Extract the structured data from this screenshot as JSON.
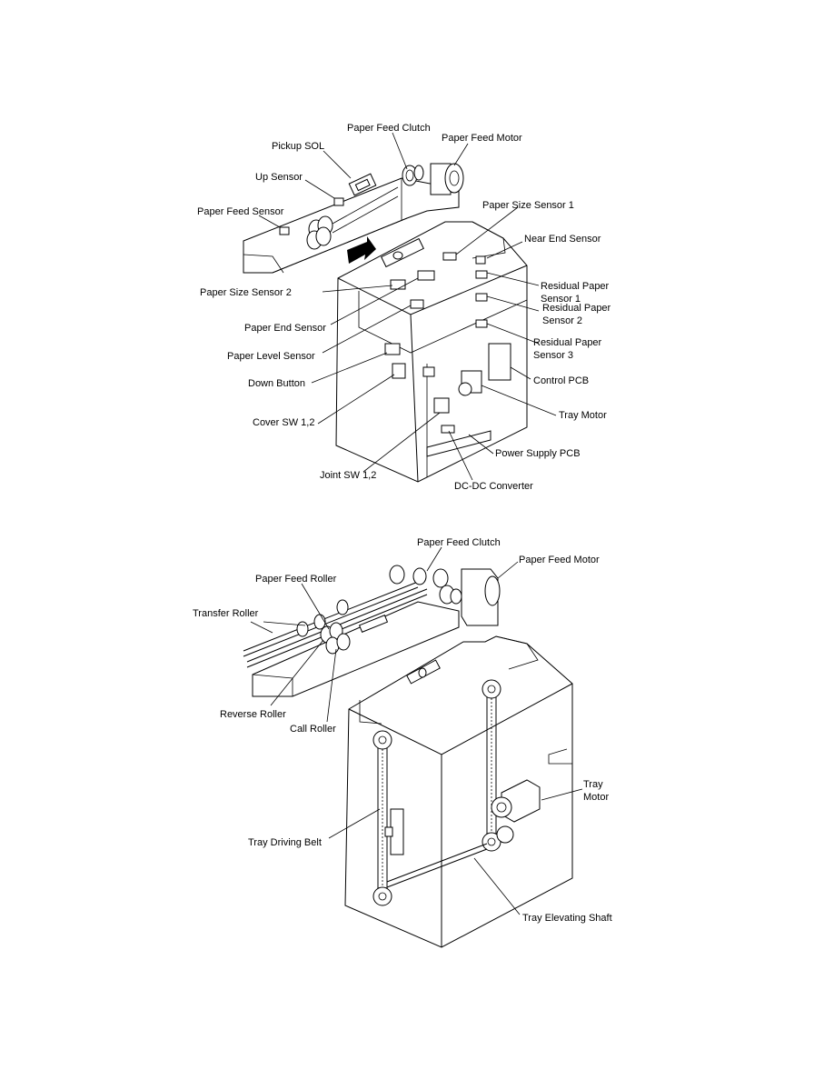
{
  "diagram1": {
    "labels": {
      "paper_feed_clutch": "Paper Feed Clutch",
      "pickup_sol": "Pickup SOL",
      "paper_feed_motor": "Paper Feed Motor",
      "up_sensor": "Up Sensor",
      "paper_feed_sensor": "Paper Feed Sensor",
      "paper_size_sensor_1": "Paper Size Sensor 1",
      "near_end_sensor": "Near End Sensor",
      "paper_size_sensor_2": "Paper Size Sensor 2",
      "residual_1_a": "Residual Paper",
      "residual_1_b": "Sensor 1",
      "residual_2_a": "Residual Paper",
      "residual_2_b": "Sensor 2",
      "paper_end_sensor": "Paper End Sensor",
      "paper_level_sensor": "Paper Level Sensor",
      "residual_3_a": "Residual Paper",
      "residual_3_b": "Sensor 3",
      "down_button": "Down Button",
      "control_pcb": "Control PCB",
      "cover_sw": "Cover SW 1,2",
      "tray_motor": "Tray Motor",
      "power_supply_pcb": "Power Supply PCB",
      "joint_sw": "Joint SW 1,2",
      "dcdc_converter": "DC-DC Converter"
    }
  },
  "diagram2": {
    "labels": {
      "paper_feed_clutch": "Paper Feed Clutch",
      "paper_feed_roller": "Paper Feed Roller",
      "paper_feed_motor": "Paper Feed Motor",
      "transfer_roller": "Transfer Roller",
      "reverse_roller": "Reverse Roller",
      "call_roller": "Call Roller",
      "tray_motor_a": "Tray",
      "tray_motor_b": "Motor",
      "tray_driving_belt": "Tray Driving Belt",
      "tray_elevating_shaft": "Tray Elevating Shaft"
    }
  }
}
